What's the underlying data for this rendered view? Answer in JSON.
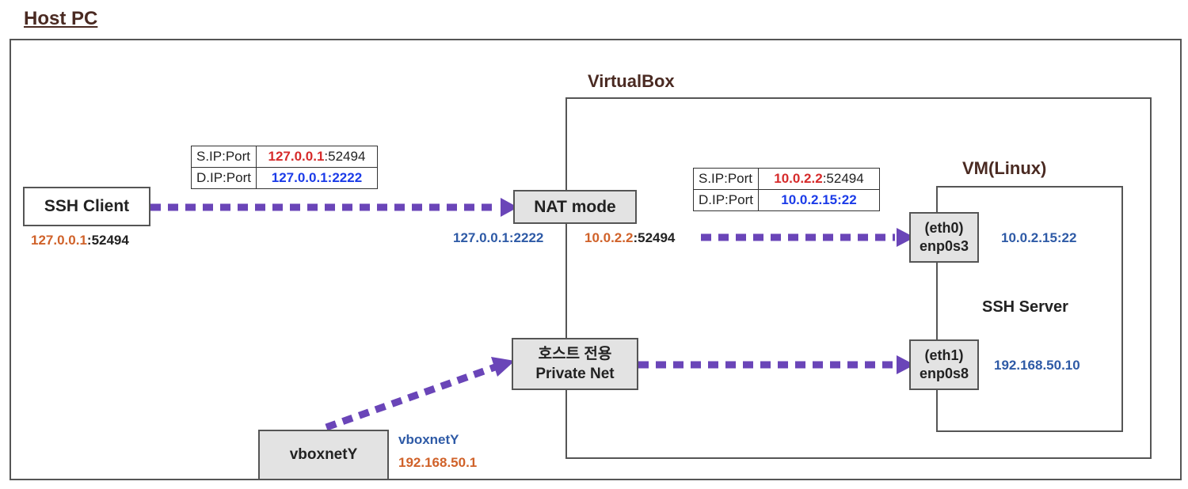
{
  "host_title": "Host PC",
  "virtualbox_label": "VirtualBox",
  "vm_label": "VM(Linux)",
  "ssh_client": {
    "label": "SSH Client",
    "ip": "127.0.0.1",
    "port_sep": ":52494"
  },
  "client_table": {
    "rows": [
      {
        "key": "S.IP:Port",
        "ip": "127.0.0.1",
        "port": ":52494"
      },
      {
        "key": "D.IP:Port",
        "value": "127.0.0.1:2222"
      }
    ]
  },
  "nat": {
    "label": "NAT mode",
    "left_addr": "127.0.0.1:2222",
    "right_ip": "10.0.2.2",
    "right_port": ":52494"
  },
  "nat_table": {
    "rows": [
      {
        "key": "S.IP:Port",
        "ip": "10.0.2.2",
        "port": ":52494"
      },
      {
        "key": "D.IP:Port",
        "value": "10.0.2.15:22"
      }
    ]
  },
  "private_net": {
    "line1": "호스트 전용",
    "line2": "Private Net"
  },
  "vboxnet": {
    "label": "vboxnetY",
    "name": "vboxnetY",
    "ip": "192.168.50.1"
  },
  "vm": {
    "eth0_line1": "(eth0)",
    "eth0_line2": "enp0s3",
    "eth0_addr": "10.0.2.15:22",
    "server_label": "SSH Server",
    "eth1_line1": "(eth1)",
    "eth1_line2": "enp0s8",
    "eth1_addr": "192.168.50.10"
  },
  "colors": {
    "arrow": "#6a45b8",
    "orange": "#d0622a",
    "blue": "#2e5aa6",
    "red": "#d62b2b",
    "box_fill": "#e3e3e3"
  }
}
